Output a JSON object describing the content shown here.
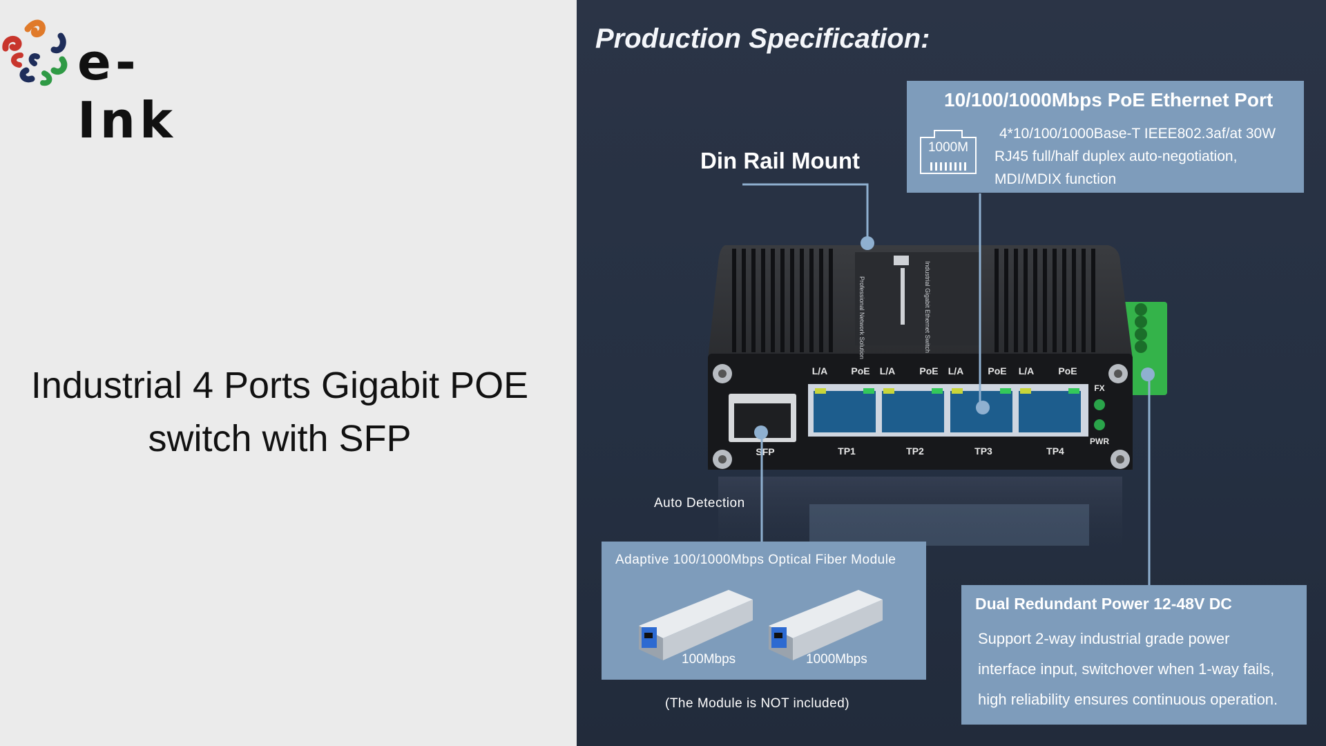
{
  "brand": {
    "logo_text": "e-Ink"
  },
  "headline": {
    "line1": "Industrial 4 Ports Gigabit POE",
    "line2": "switch with SFP"
  },
  "spec": {
    "title": "Production Specification",
    "title_suffix": ":",
    "din_rail": "Din Rail Mount",
    "auto_detection": "Auto Detection",
    "ethernet": {
      "title": "10/100/1000Mbps PoE Ethernet Port",
      "icon_label": "1000M",
      "lines": [
        "4*10/100/1000Base-T IEEE802.3af/at 30W",
        "RJ45 full/half duplex auto-negotiation,",
        "MDI/MDIX function"
      ]
    },
    "fiber": {
      "title": "Adaptive 100/1000Mbps Optical Fiber Module",
      "modules": [
        "100Mbps",
        "1000Mbps"
      ],
      "note": "(The Module is NOT included)"
    },
    "power": {
      "title": "Dual Redundant Power 12-48V DC",
      "lines": [
        "Support 2-way industrial grade power",
        "interface input, switchover when 1-way fails,",
        "high reliability ensures continuous operation."
      ]
    }
  },
  "device": {
    "port_labels": [
      "TP1",
      "TP2",
      "TP3",
      "TP4"
    ],
    "top_labels": [
      "L/A",
      "PoE",
      "L/A",
      "PoE",
      "L/A",
      "PoE",
      "L/A",
      "PoE"
    ],
    "sfp_label": "SFP",
    "fx_label": "FX",
    "pwr_label": "PWR",
    "side_text_1": "Professional Network Solution",
    "side_text_2": "Industrial Gigabit Ethernet Switch"
  },
  "colors": {
    "box_blue": "#7e9cbb",
    "background": "#252f41",
    "accent_green": "#34b34a"
  }
}
